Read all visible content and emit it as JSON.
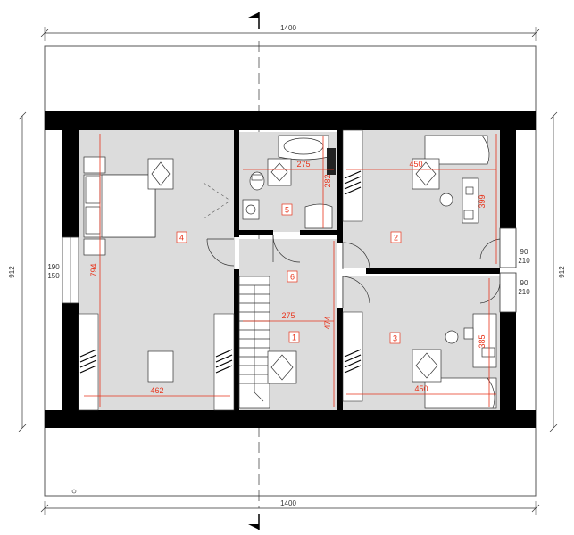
{
  "drawing": {
    "overall_width_top": "1400",
    "overall_width_bottom": "1400",
    "overall_depth_left": "912",
    "overall_depth_right": "912",
    "window_left_label_a": "190",
    "window_left_label_b": "150",
    "window_right_1_a": "90",
    "window_right_1_b": "210",
    "window_right_2_a": "90",
    "window_right_2_b": "210"
  },
  "rooms": {
    "r1": {
      "number": "1",
      "width": "275",
      "height": "474"
    },
    "r2": {
      "number": "2",
      "width": "450",
      "height": "399"
    },
    "r3": {
      "number": "3",
      "width": "450",
      "height": "385"
    },
    "r4": {
      "number": "4",
      "width": "462",
      "height": "794"
    },
    "r5": {
      "number": "5",
      "width": "275",
      "height": "282"
    },
    "r6": {
      "number": "6"
    }
  },
  "colors": {
    "wall": "#000000",
    "floor": "#dcdcdc",
    "dimension_red": "#e8341c",
    "line": "#333333"
  }
}
